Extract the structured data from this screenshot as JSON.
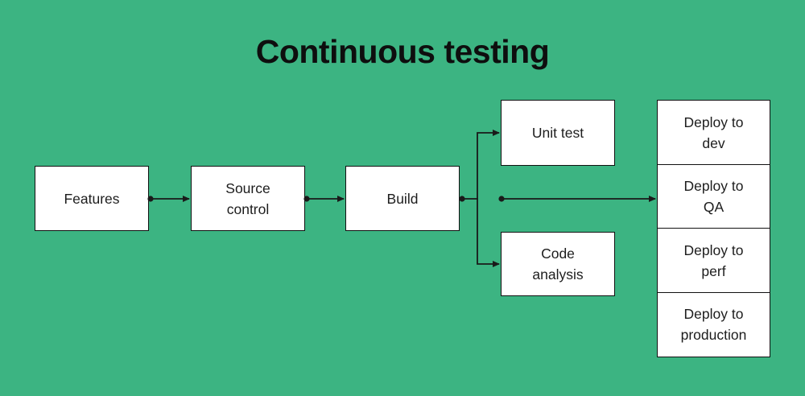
{
  "title": "Continuous testing",
  "colors": {
    "background": "#3CB482",
    "box_fill": "#FFFFFF",
    "box_border": "#111111",
    "connector": "#1A1A1A",
    "box_text": "#1D1D1D",
    "title_text": "#0E0E0E"
  },
  "nodes": {
    "features": {
      "lines": [
        "Features"
      ]
    },
    "source_control": {
      "lines": [
        "Source",
        "control"
      ]
    },
    "build": {
      "lines": [
        "Build"
      ]
    },
    "unit_test": {
      "lines": [
        "Unit test"
      ]
    },
    "code_analysis": {
      "lines": [
        "Code",
        "analysis"
      ]
    },
    "deploy_dev": {
      "lines": [
        "Deploy to",
        "dev"
      ]
    },
    "deploy_qa": {
      "lines": [
        "Deploy to",
        "QA"
      ]
    },
    "deploy_perf": {
      "lines": [
        "Deploy to",
        "perf"
      ]
    },
    "deploy_production": {
      "lines": [
        "Deploy to",
        "production"
      ]
    }
  }
}
